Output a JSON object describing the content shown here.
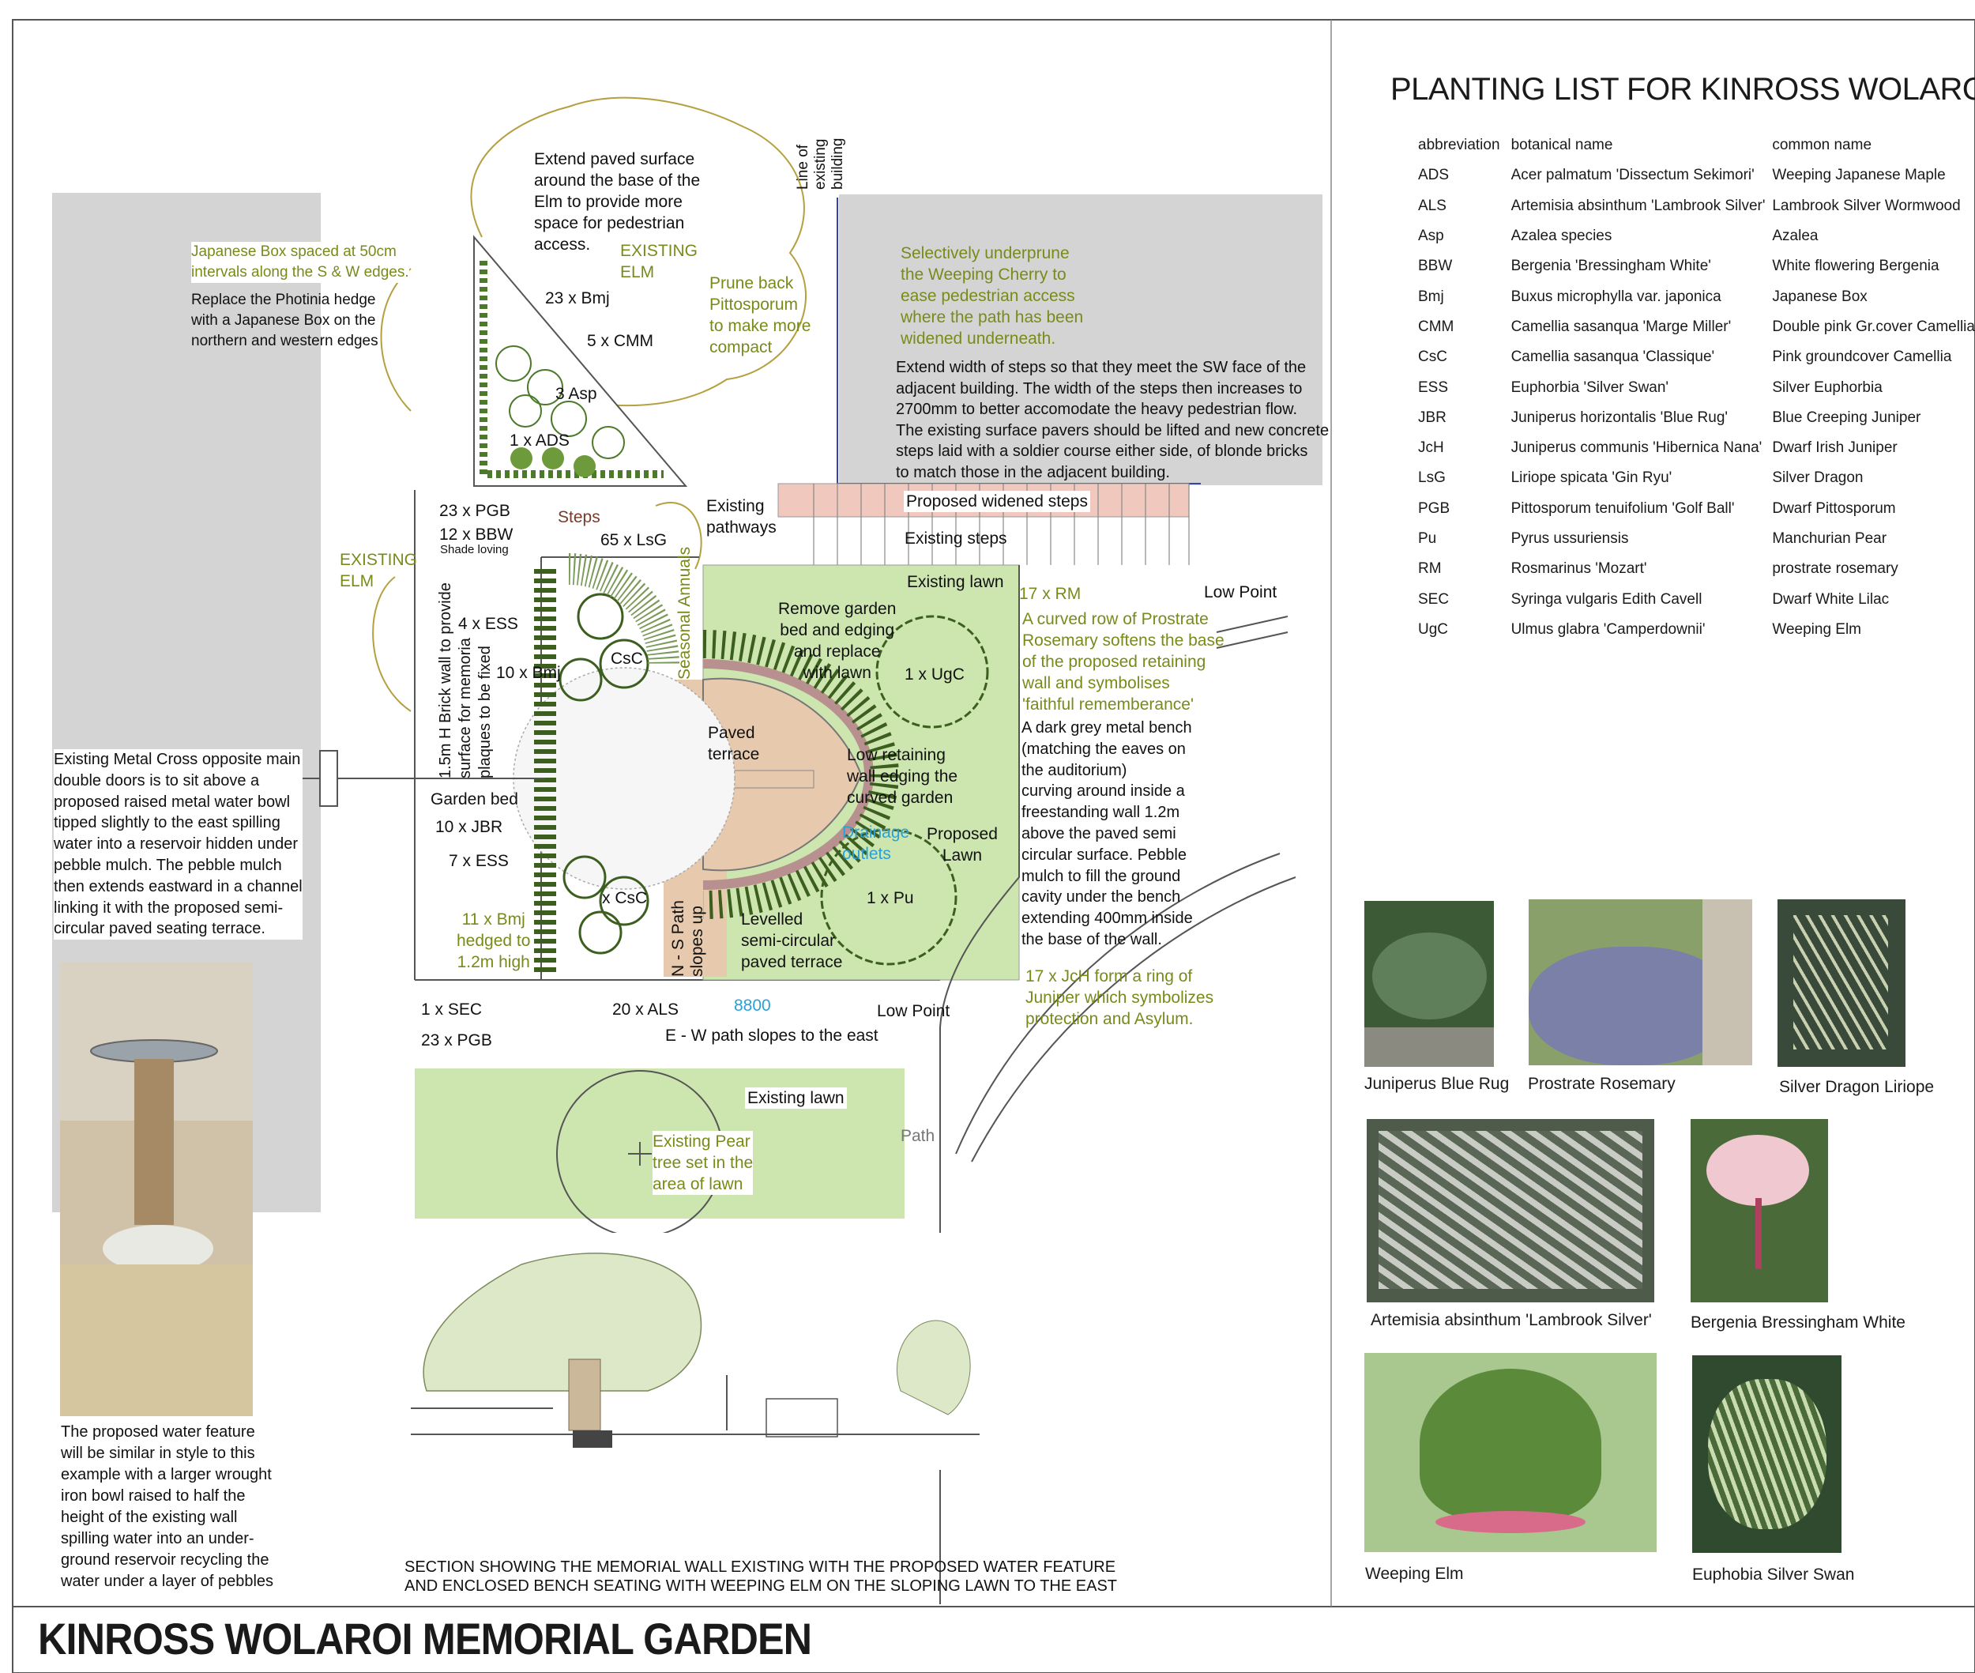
{
  "title": "KINROSS WOLAROI MEMORIAL GARDEN",
  "planting_list": {
    "title": "PLANTING LIST FOR KINROSS WOLAROI",
    "headers": [
      "abbreviation",
      "botanical name",
      "common name"
    ],
    "rows": [
      [
        "ADS",
        "Acer palmatum 'Dissectum Sekimori'",
        "Weeping Japanese Maple"
      ],
      [
        "ALS",
        "Artemisia absinthum 'Lambrook Silver'",
        "Lambrook Silver Wormwood"
      ],
      [
        "Asp",
        "Azalea species",
        "Azalea"
      ],
      [
        "BBW",
        "Bergenia 'Bressingham White'",
        "White flowering Bergenia"
      ],
      [
        "Bmj",
        "Buxus microphylla var. japonica",
        "Japanese Box"
      ],
      [
        "CMM",
        "Camellia sasanqua 'Marge Miller'",
        "Double pink Gr.cover Camellia"
      ],
      [
        "CsC",
        "Camellia sasanqua 'Classique'",
        "Pink groundcover Camellia"
      ],
      [
        "ESS",
        "Euphorbia 'Silver Swan'",
        "Silver Euphorbia"
      ],
      [
        "JBR",
        "Juniperus horizontalis 'Blue Rug'",
        "Blue Creeping Juniper"
      ],
      [
        "JcH",
        "Juniperus communis 'Hibernica Nana'",
        "Dwarf Irish Juniper"
      ],
      [
        "LsG",
        "Liriope spicata 'Gin Ryu'",
        "Silver Dragon"
      ],
      [
        "PGB",
        "Pittosporum tenuifolium 'Golf Ball'",
        "Dwarf Pittosporum"
      ],
      [
        "Pu",
        "Pyrus ussuriensis",
        "Manchurian Pear"
      ],
      [
        "RM",
        "Rosmarinus 'Mozart'",
        "prostrate rosemary"
      ],
      [
        "SEC",
        "Syringa vulgaris Edith Cavell",
        "Dwarf White Lilac"
      ],
      [
        "UgC",
        "Ulmus glabra 'Camperdownii'",
        "Weeping Elm"
      ]
    ]
  },
  "photos": {
    "juniperus": "Juniperus Blue Rug",
    "rosemary": "Prostrate Rosemary",
    "liriope": "Silver Dragon Liriope",
    "artemisia": "Artemisia absinthum 'Lambrook Silver'",
    "bergenia": "Bergenia Bressingham White",
    "elm": "Weeping Elm",
    "euphorbia": "Euphobia Silver Swan"
  },
  "plan": {
    "extend_paved": "Extend paved surface\naround the base of the\nElm to provide more\nspace for pedestrian\naccess.",
    "existing_elm_top": "EXISTING\nELM",
    "line_of_building": "Line of\nexisting\nbuilding",
    "japanese_box": "Japanese Box spaced at 50cm\nintervals along the S & W edges.",
    "replace_photinia": "Replace the Photinia hedge\nwith a Japanese Box on the\nnorthern and western edges",
    "bmj_23": "23 x Bmj",
    "cmm_5": "5 x CMM",
    "asp_3": "3 Asp",
    "ads_1": "1 x ADS",
    "prune_back": "Prune back\nPittosporum\nto make more\ncompact",
    "underprune": "Selectively underprune\nthe Weeping Cherry to\nease pedestrian access\nwhere the path has been\nwidened underneath.",
    "extend_steps": "Extend width of steps so that they meet the SW face of the\nadjacent building.  The width of the steps then increases to\n2700mm to better accomodate the heavy pedestrian flow.\nThe existing surface pavers should be lifted and new concrete\nsteps laid with a soldier course either side, of blonde bricks\nto match those in the adjacent building.",
    "existing_pathways": "Existing\npathways",
    "proposed_widened_steps": "Proposed widened steps",
    "existing_steps": "Existing steps",
    "pgb_23": "23 x PGB",
    "steps": "Steps",
    "bbw_12": "12 x BBW",
    "shade_loving": "Shade loving",
    "lsg_65": "65 x LsG",
    "existing_elm_left": "EXISTING\nELM",
    "brick_wall": "1.5m H Brick wall to provide\nsurface for memoria\nplaques to be fixed",
    "ess_4": "4 x ESS",
    "bmj_10": "10 x Bmj",
    "csc_1": "CsC",
    "seasonal_annuals": "Seasonal Annuals",
    "existing_lawn_1": "Existing lawn",
    "rm_17": "17 x RM",
    "low_point_1": "Low Point",
    "remove_garden": "Remove garden\nbed and edging\nand replace\nwith lawn",
    "ugc_1": "1 x UgC",
    "curved_row": "A curved row of Prostrate\nRosemary softens the base\nof the proposed retaining\nwall and symbolises\n'faithful rememberance'",
    "dark_bench": "A dark grey metal bench\n(matching the eaves on\nthe auditorium)\ncurving around inside a\nfreestanding wall 1.2m\nabove the paved semi\ncircular surface. Pebble\nmulch to fill the ground\ncavity under the bench\nextending 400mm inside\nthe base of the wall.",
    "metal_cross": "Existing Metal Cross opposite main\ndouble doors is to sit above a\nproposed raised metal water bowl\ntipped slightly to the east spilling\nwater into a reservoir hidden under\npebble mulch. The pebble mulch\nthen extends eastward in a channel\nlinking it with the proposed semi-\ncircular paved seating terrace.",
    "paved_terrace": "Paved\nterrace",
    "low_retaining": "Low retaining\nwall edging the\ncurved garden",
    "garden_bed": "Garden bed",
    "jbr_10": "10 x JBR",
    "ess_7": "7 x ESS",
    "drainage": "Drainage\noutlets",
    "proposed_lawn": "Proposed\nLawn",
    "pu_1": "1 x Pu",
    "csc_x": "x CsC",
    "ns_path": "N - S Path\nslopes up",
    "bmj_11": "11 x Bmj\nhedged to\n1.2m high",
    "levelled": "Levelled\nsemi-circular\npaved terrace",
    "jch_17": "17 x JcH form a ring of\nJuniper which symbolizes\nprotection and Asylum.",
    "sec_1": "1 x SEC",
    "als_20": "20 x ALS",
    "dim_8800": "8800",
    "low_point_2": "Low Point",
    "pgb_23b": "23 x PGB",
    "ew_path": "E - W path slopes to the east",
    "existing_lawn_2": "Existing lawn",
    "path": "Path",
    "pear": "Existing Pear\ntree set in the\narea of lawn",
    "water_feature": "The proposed water feature\nwill be similar in style to this\nexample with a larger wrought\niron bowl raised to half the\nheight of the existing wall\nspilling water into an under-\nground reservoir recycling the\nwater under a layer of pebbles",
    "section_caption": "SECTION SHOWING THE MEMORIAL WALL EXISTING WITH THE PROPOSED WATER FEATURE\nAND ENCLOSED BENCH SEATING WITH WEEPING ELM ON THE SLOPING LAWN TO THE EAST"
  },
  "colors": {
    "olive_text": "#7a8a1a",
    "lawn": "#cde6b0",
    "grey_building": "#d4d4d4",
    "terrace": "#e7c9ad",
    "steps": "#f0c8be",
    "planting_dark": "#3c5e1e"
  }
}
